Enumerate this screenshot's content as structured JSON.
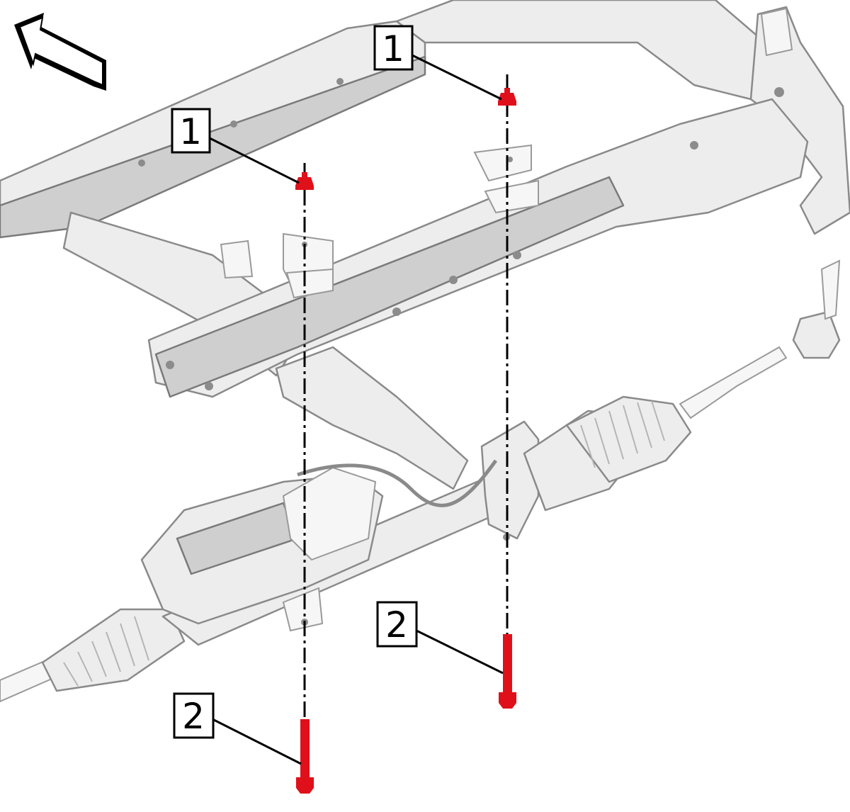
{
  "diagram": {
    "direction_arrow": {
      "icon": "front-direction-arrow-icon"
    },
    "callouts": [
      {
        "label": "1",
        "part": "nut"
      },
      {
        "label": "1",
        "part": "nut"
      },
      {
        "label": "2",
        "part": "bolt"
      },
      {
        "label": "2",
        "part": "bolt"
      }
    ],
    "colors": {
      "fastener": "#e0101a",
      "line": "#000000",
      "part_fill": "#ededed",
      "part_stroke": "#8a8a8a"
    }
  }
}
